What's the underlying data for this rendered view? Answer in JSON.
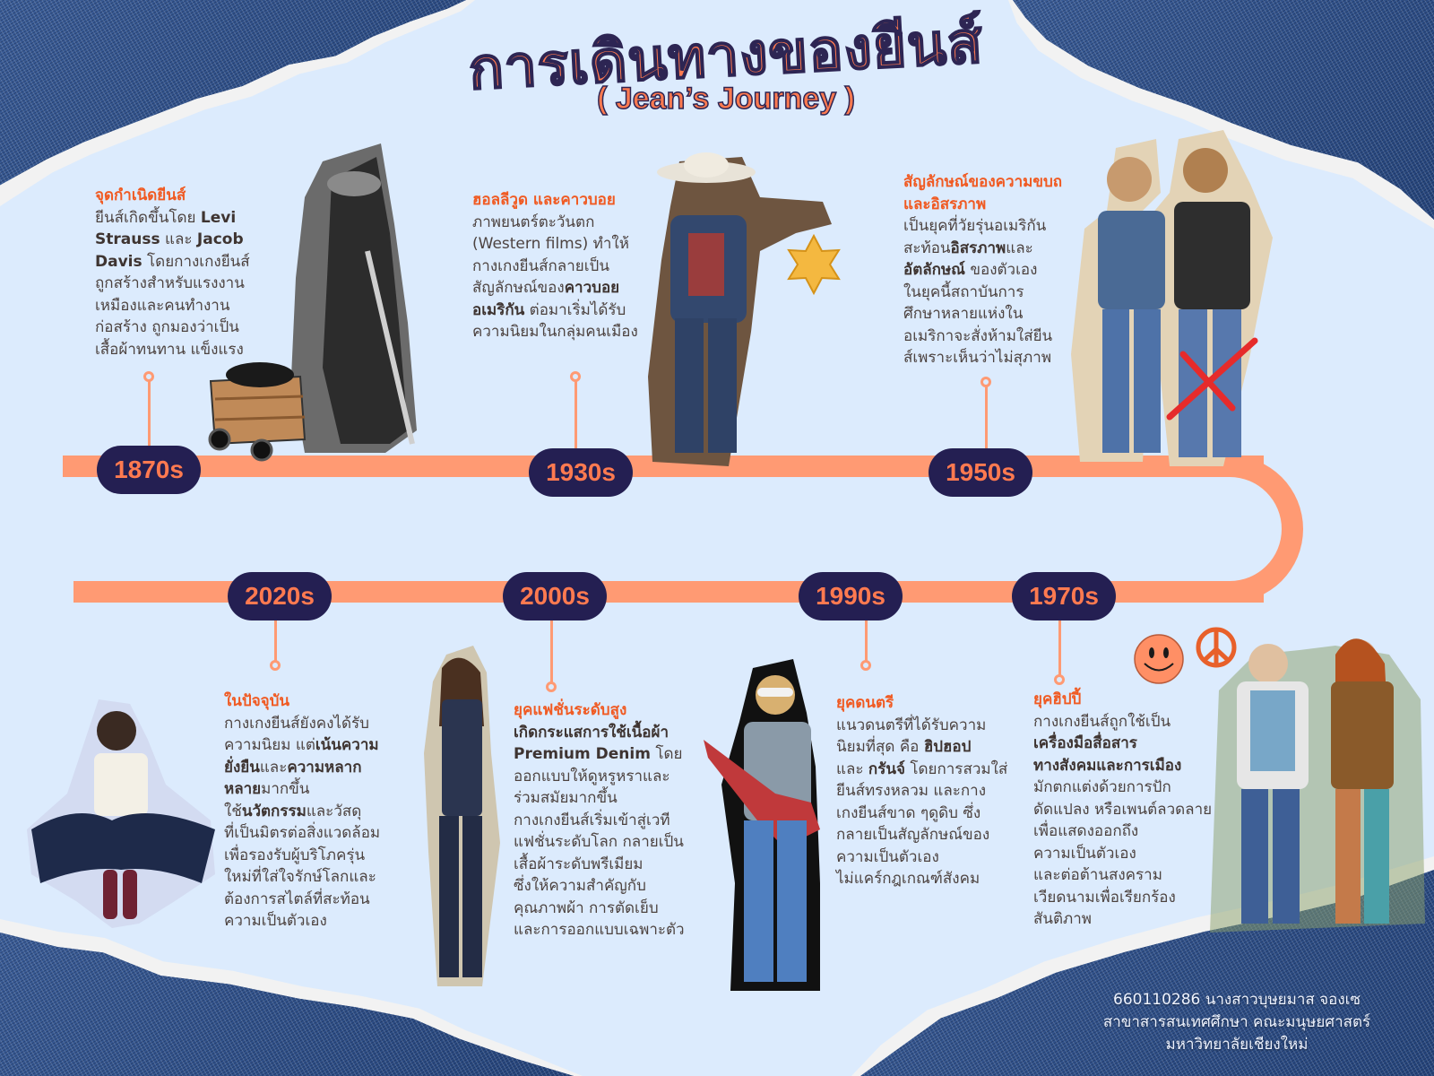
{
  "title": {
    "thai": "การเดินทางของยีนส์",
    "english": "( Jean’s Journey )"
  },
  "colors": {
    "background": "#dcebfd",
    "track": "#ff9a73",
    "pill_bg": "#241f52",
    "accent_orange": "#f05a22",
    "title_orange": "#ff7a50",
    "denim": "#2f4f86",
    "body_text": "#4d4340"
  },
  "timeline": [
    {
      "era": "1870s",
      "heading": "จุดกำเนิดยีนส์",
      "lines": [
        "ยีนส์เกิดขึ้นโดย <b>Levi</b>",
        "<b>Strauss</b> และ <b>Jacob</b>",
        "<b>Davis</b> โดยกางเกงยีนส์",
        "ถูกสร้างสำหรับแรงงาน",
        "เหมืองและคนทำงาน",
        "ก่อสร้าง ถูกมองว่าเป็น",
        "เสื้อผ้าทนทาน แข็งแรง"
      ],
      "image": "miner-with-coal-cart"
    },
    {
      "era": "1930s",
      "heading": "ฮอลลีวูด และคาวบอย",
      "lines": [
        "ภาพยนตร์ตะวันตก",
        "(Western films) ทำให้",
        "กางเกงยีนส์กลายเป็น",
        "สัญลักษณ์ของ<b>คาวบอย</b>",
        "<b>อเมริกัน</b> ต่อมาเริ่มได้รับ",
        "ความนิยมในกลุ่มคนเมือง"
      ],
      "image": "cowboy-with-sheriff-star"
    },
    {
      "era": "1950s",
      "heading": "สัญลักษณ์ของความขบถและอิสรภาพ",
      "lines": [
        "เป็นยุคที่วัยรุ่นอเมริกัน",
        "สะท้อน<b>อิสรภาพ</b>และ",
        "<b>อัตลักษณ์</b> ของตัวเอง",
        "ในยุคนี้สถาบันการ",
        "ศึกษาหลายแห่งใน",
        "อเมริกาจะสั่งห้ามใส่ยีน",
        "ส์เพราะเห็นว่าไม่สุภาพ"
      ],
      "image": "two-teens-in-denim-red-x"
    },
    {
      "era": "1970s",
      "heading": "ยุคฮิปปี้",
      "lines": [
        "กางเกงยีนส์ถูกใช้เป็น",
        "<b>เครื่องมือสื่อสาร</b>",
        "<b>ทางสังคมและการเมือง</b>",
        "มักตกแต่งด้วยการปัก",
        "ดัดแปลง หรือเพนต์ลวดลาย",
        "เพื่อแสดงออกถึง",
        "ความเป็นตัวเอง",
        "และต่อต้านสงคราม",
        "เวียดนามเพื่อเรียกร้อง",
        "สันติภาพ"
      ],
      "image": "hippie-couple-smiley-peace"
    },
    {
      "era": "1990s",
      "heading": "ยุคดนตรี",
      "lines": [
        "แนวดนตรีที่ได้รับความ",
        "นิยมที่สุด คือ <b>ฮิปฮอป</b>",
        "และ <b>กรันจ์</b> โดยการสวมใส่",
        "ยีนส์ทรงหลวม และกาง",
        "เกงยีนส์ขาด ๆดูดิบ ซึ่ง",
        "กลายเป็นสัญลักษณ์ของ",
        "ความเป็นตัวเอง",
        "ไม่แคร์กฎเกณฑ์สังคม"
      ],
      "image": "grunge-guitarist-ripped-jeans"
    },
    {
      "era": "2000s",
      "heading": "ยุคแฟชั่นระดับสูง",
      "lines": [
        "<b>เกิดกระแสการใช้เนื้อผ้า</b>",
        "<b>Premium Denim</b> โดย",
        "ออกแบบให้ดูหรูหราและ",
        "ร่วมสมัยมากขึ้น",
        "กางเกงยีนส์เริ่มเข้าสู่เวที",
        "แฟชั่นระดับโลก กลายเป็น",
        "เสื้อผ้าระดับพรีเมียม",
        "ซึ่งให้ความสำคัญกับ",
        "คุณภาพผ้า การตัดเย็บ",
        "และการออกแบบเฉพาะตัว"
      ],
      "image": "model-in-denim-suit"
    },
    {
      "era": "2020s",
      "heading": "ในปัจจุบัน",
      "lines": [
        "กางเกงยีนส์ยังคงได้รับ",
        "ความนิยม แต่<b>เน้นความ</b>",
        "<b>ยั่งยืน</b>และ<b>ความหลาก</b>",
        "<b>หลาย</b>มากขึ้น",
        "ใช้<b>นวัตกรรม</b>และวัสดุ",
        "ที่เป็นมิตรต่อสิ่งแวดล้อม",
        "เพื่อรองรับผู้บริโภครุ่น",
        "ใหม่ที่ใส่ใจรักษ์โลกและ",
        "ต้องการสไตล์ที่สะท้อน",
        "ความเป็นตัวเอง"
      ],
      "image": "woman-in-wide-leg-jeans"
    }
  ],
  "footer": {
    "line1": "660110286 นางสาวบุษยมาส จองเซ",
    "line2": "สาขาสารสนเทศศึกษา คณะมนุษยศาสตร์",
    "line3": "มหาวิทยาลัยเชียงใหม่"
  },
  "decorations": [
    "sheriff-star-icon",
    "smiley-face-icon",
    "peace-sign-icon",
    "red-x-icon",
    "coal-cart-icon"
  ]
}
